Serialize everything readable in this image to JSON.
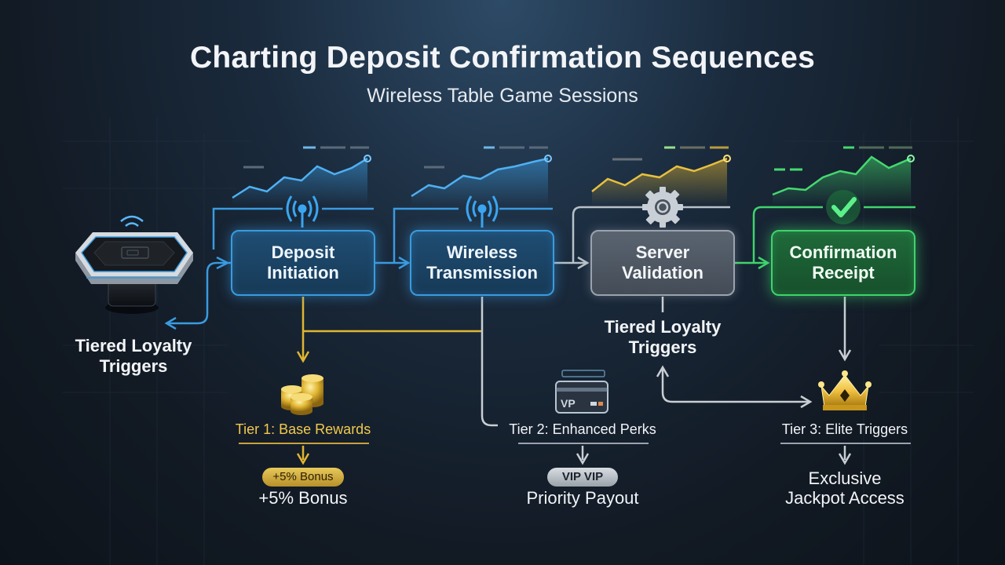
{
  "title": "Charting Deposit Confirmation Sequences",
  "subtitle": "Wireless Table Game Sessions",
  "device": {
    "label_line1": "Tiered Loyalty",
    "label_line2": "Triggers"
  },
  "nodes": [
    {
      "line1": "Deposit",
      "line2": "Initiation",
      "style": "blue",
      "icon": "wifi-signal-icon"
    },
    {
      "line1": "Wireless",
      "line2": "Transmission",
      "style": "blue",
      "icon": "wifi-signal-icon"
    },
    {
      "line1": "Server",
      "line2": "Validation",
      "style": "gray",
      "icon": "gear-icon"
    },
    {
      "line1": "Confirmation",
      "line2": "Receipt",
      "style": "green",
      "icon": "checkmark-icon"
    }
  ],
  "server_loyalty": {
    "line1": "Tiered Loyalty",
    "line2": "Triggers"
  },
  "tiers": [
    {
      "label": "Tier 1: Base Rewards",
      "badge": "+5% Bonus",
      "result": "+5% Bonus",
      "icon": "coin-stack-icon",
      "color": "#f2c94c"
    },
    {
      "label": "Tier 2: Enhanced Perks",
      "badge": "VIP VIP",
      "result": "Priority Payout",
      "icon": "vip-card-icon",
      "color": "#d7dde4"
    },
    {
      "label": "Tier 3: Elite Triggers",
      "badge": "",
      "result_line1": "Exclusive",
      "result_line2": "Jackpot Access",
      "icon": "crown-icon",
      "color": "#f0c040"
    }
  ],
  "colors": {
    "blue": "#3a9be0",
    "gray": "#9aa3ad",
    "gold": "#e0b531",
    "green": "#3fd46c"
  }
}
